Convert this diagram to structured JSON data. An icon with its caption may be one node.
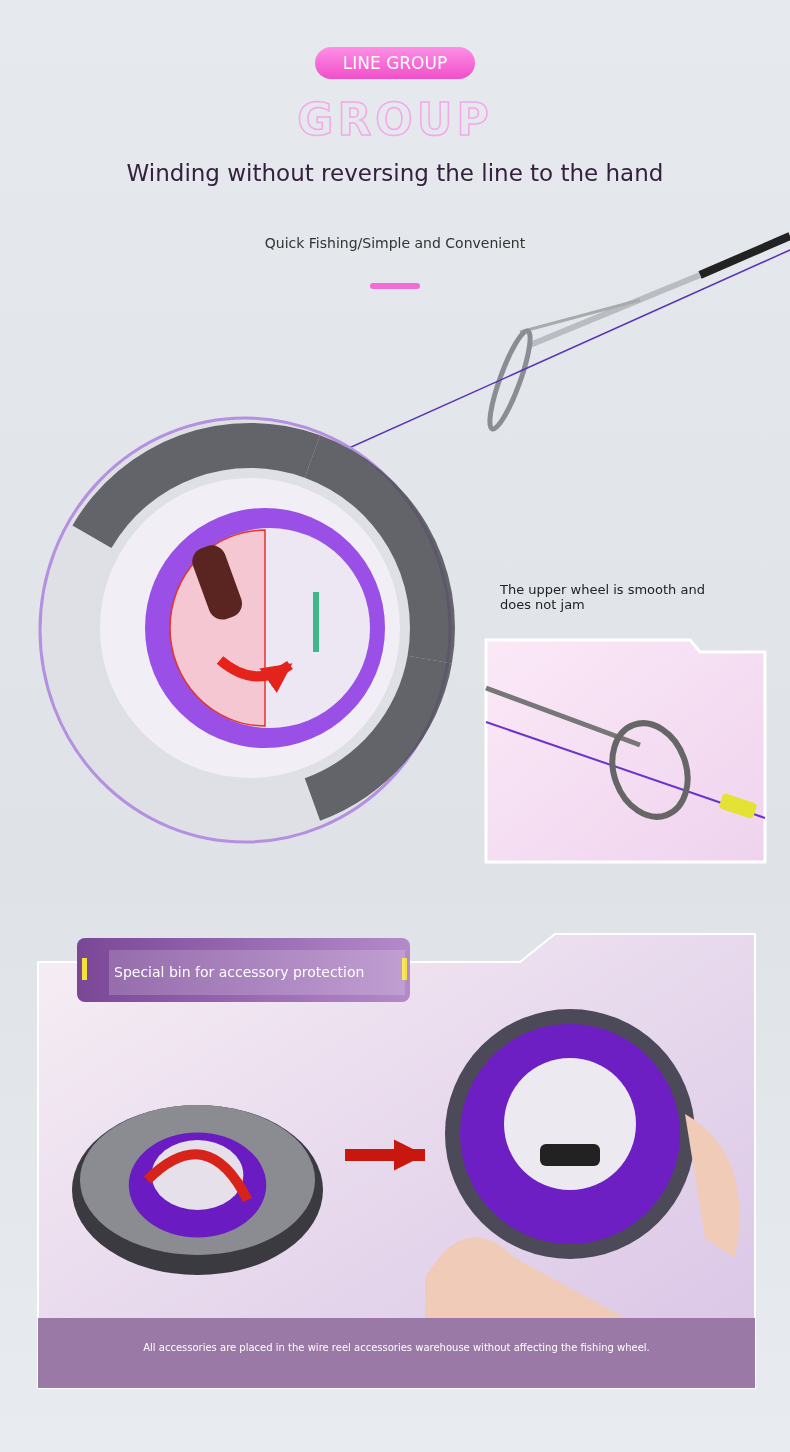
{
  "diagram": {
    "title": "Winding without reversing the line to the hand",
    "nodes": [
      {
        "text": [],
        "shape": "picture"
      },
      {
        "text": [],
        "shape": "picture"
      }
    ],
    "edges": [
      {
        "from": 0,
        "to": 1,
        "arrow": "to"
      }
    ],
    "labels": [
      "LINE GROUP",
      "GROUP",
      "Quick Fishing/Simple and Convenient",
      "The upper wheel is smooth and does not jam",
      "Special bin for accessory protection",
      "All accessories are placed in the wire reel accessories warehouse without affecting the fishing wheel."
    ]
  }
}
